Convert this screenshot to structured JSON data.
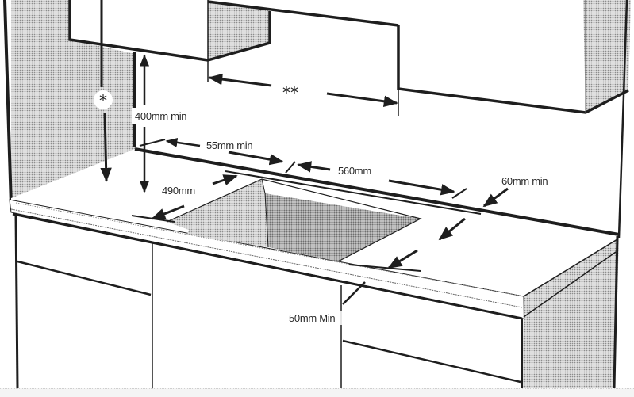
{
  "diagram": {
    "subject": "Built-in hob cutout installation dimensions",
    "labels": {
      "wall_cabinet_clearance": "400mm min",
      "rear_clearance": "55mm min",
      "cutout_width": "560mm",
      "cutout_depth": "490mm",
      "side_clearance": "60mm min",
      "front_clearance": "50mm Min",
      "note_single": "*",
      "note_double": "**"
    },
    "colors": {
      "line": "#1e1e1e",
      "shade": "#bdbdbd",
      "dark_shade": "#a8a8a8",
      "background": "#ffffff"
    }
  }
}
